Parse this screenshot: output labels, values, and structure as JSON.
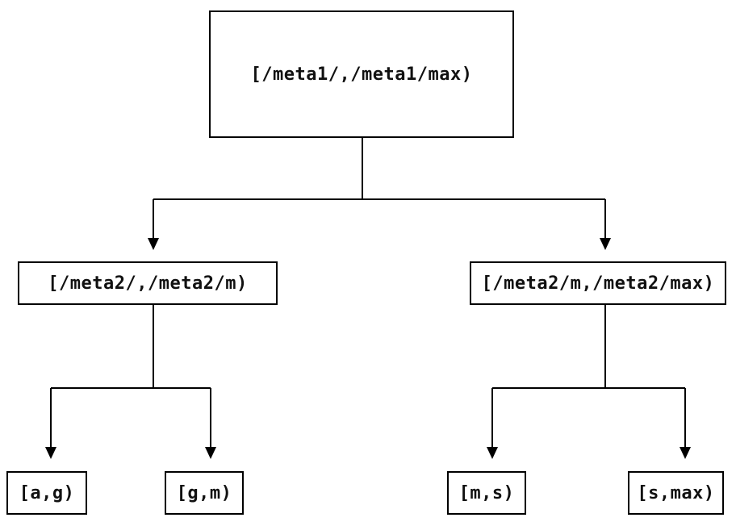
{
  "diagram": {
    "type": "tree",
    "description": "Two-level key-range partition tree",
    "nodes": {
      "root": {
        "label": "[/meta1/,/meta1/max)"
      },
      "left": {
        "label": "[/meta2/,/meta2/m)"
      },
      "right": {
        "label": "[/meta2/m,/meta2/max)"
      },
      "leaf_ag": {
        "label": "[a,g)"
      },
      "leaf_gm": {
        "label": "[g,m)"
      },
      "leaf_ms": {
        "label": "[m,s)"
      },
      "leaf_smax": {
        "label": "[s,max)"
      }
    },
    "edges": [
      {
        "from": "root",
        "to": "left"
      },
      {
        "from": "root",
        "to": "right"
      },
      {
        "from": "left",
        "to": "leaf_ag"
      },
      {
        "from": "left",
        "to": "leaf_gm"
      },
      {
        "from": "right",
        "to": "leaf_ms"
      },
      {
        "from": "right",
        "to": "leaf_smax"
      }
    ],
    "colors": {
      "background": "#ffffff",
      "line": "#000000",
      "box_border": "#000000",
      "text": "#111111"
    }
  }
}
